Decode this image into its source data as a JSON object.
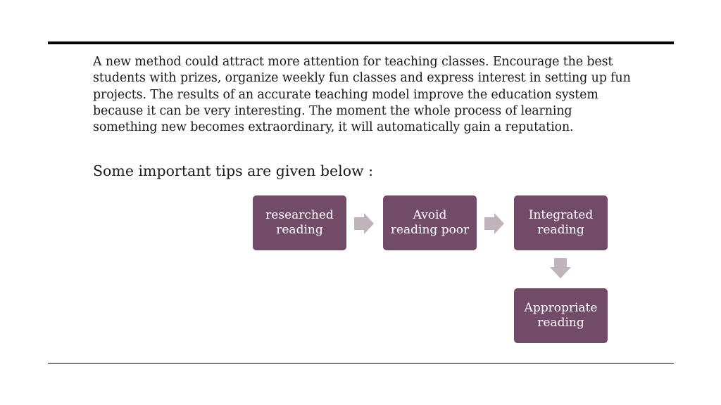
{
  "paragraph": {
    "lines": [
      "A new method could attract more attention for teaching classes. Encourage the best",
      "students with prizes, organize weekly fun classes and express interest in setting up fun",
      "projects. The results of an accurate teaching model improve the education system",
      "because it can be very interesting. The moment the whole process of learning",
      "something new becomes extraordinary, it will automatically gain a reputation."
    ]
  },
  "tips_heading": "Some important tips are given below :",
  "process": {
    "steps": [
      {
        "line1": "researched",
        "line2": "reading"
      },
      {
        "line1": "Avoid",
        "line2": "reading poor"
      },
      {
        "line1": "Integrated",
        "line2": "reading"
      },
      {
        "line1": "Appropriate",
        "line2": "reading"
      }
    ],
    "colors": {
      "box": "#714b68",
      "arrow": "#bfb3bc",
      "text": "#ffffff"
    },
    "connectors": [
      "arrow-right",
      "arrow-right",
      "arrow-down"
    ]
  }
}
